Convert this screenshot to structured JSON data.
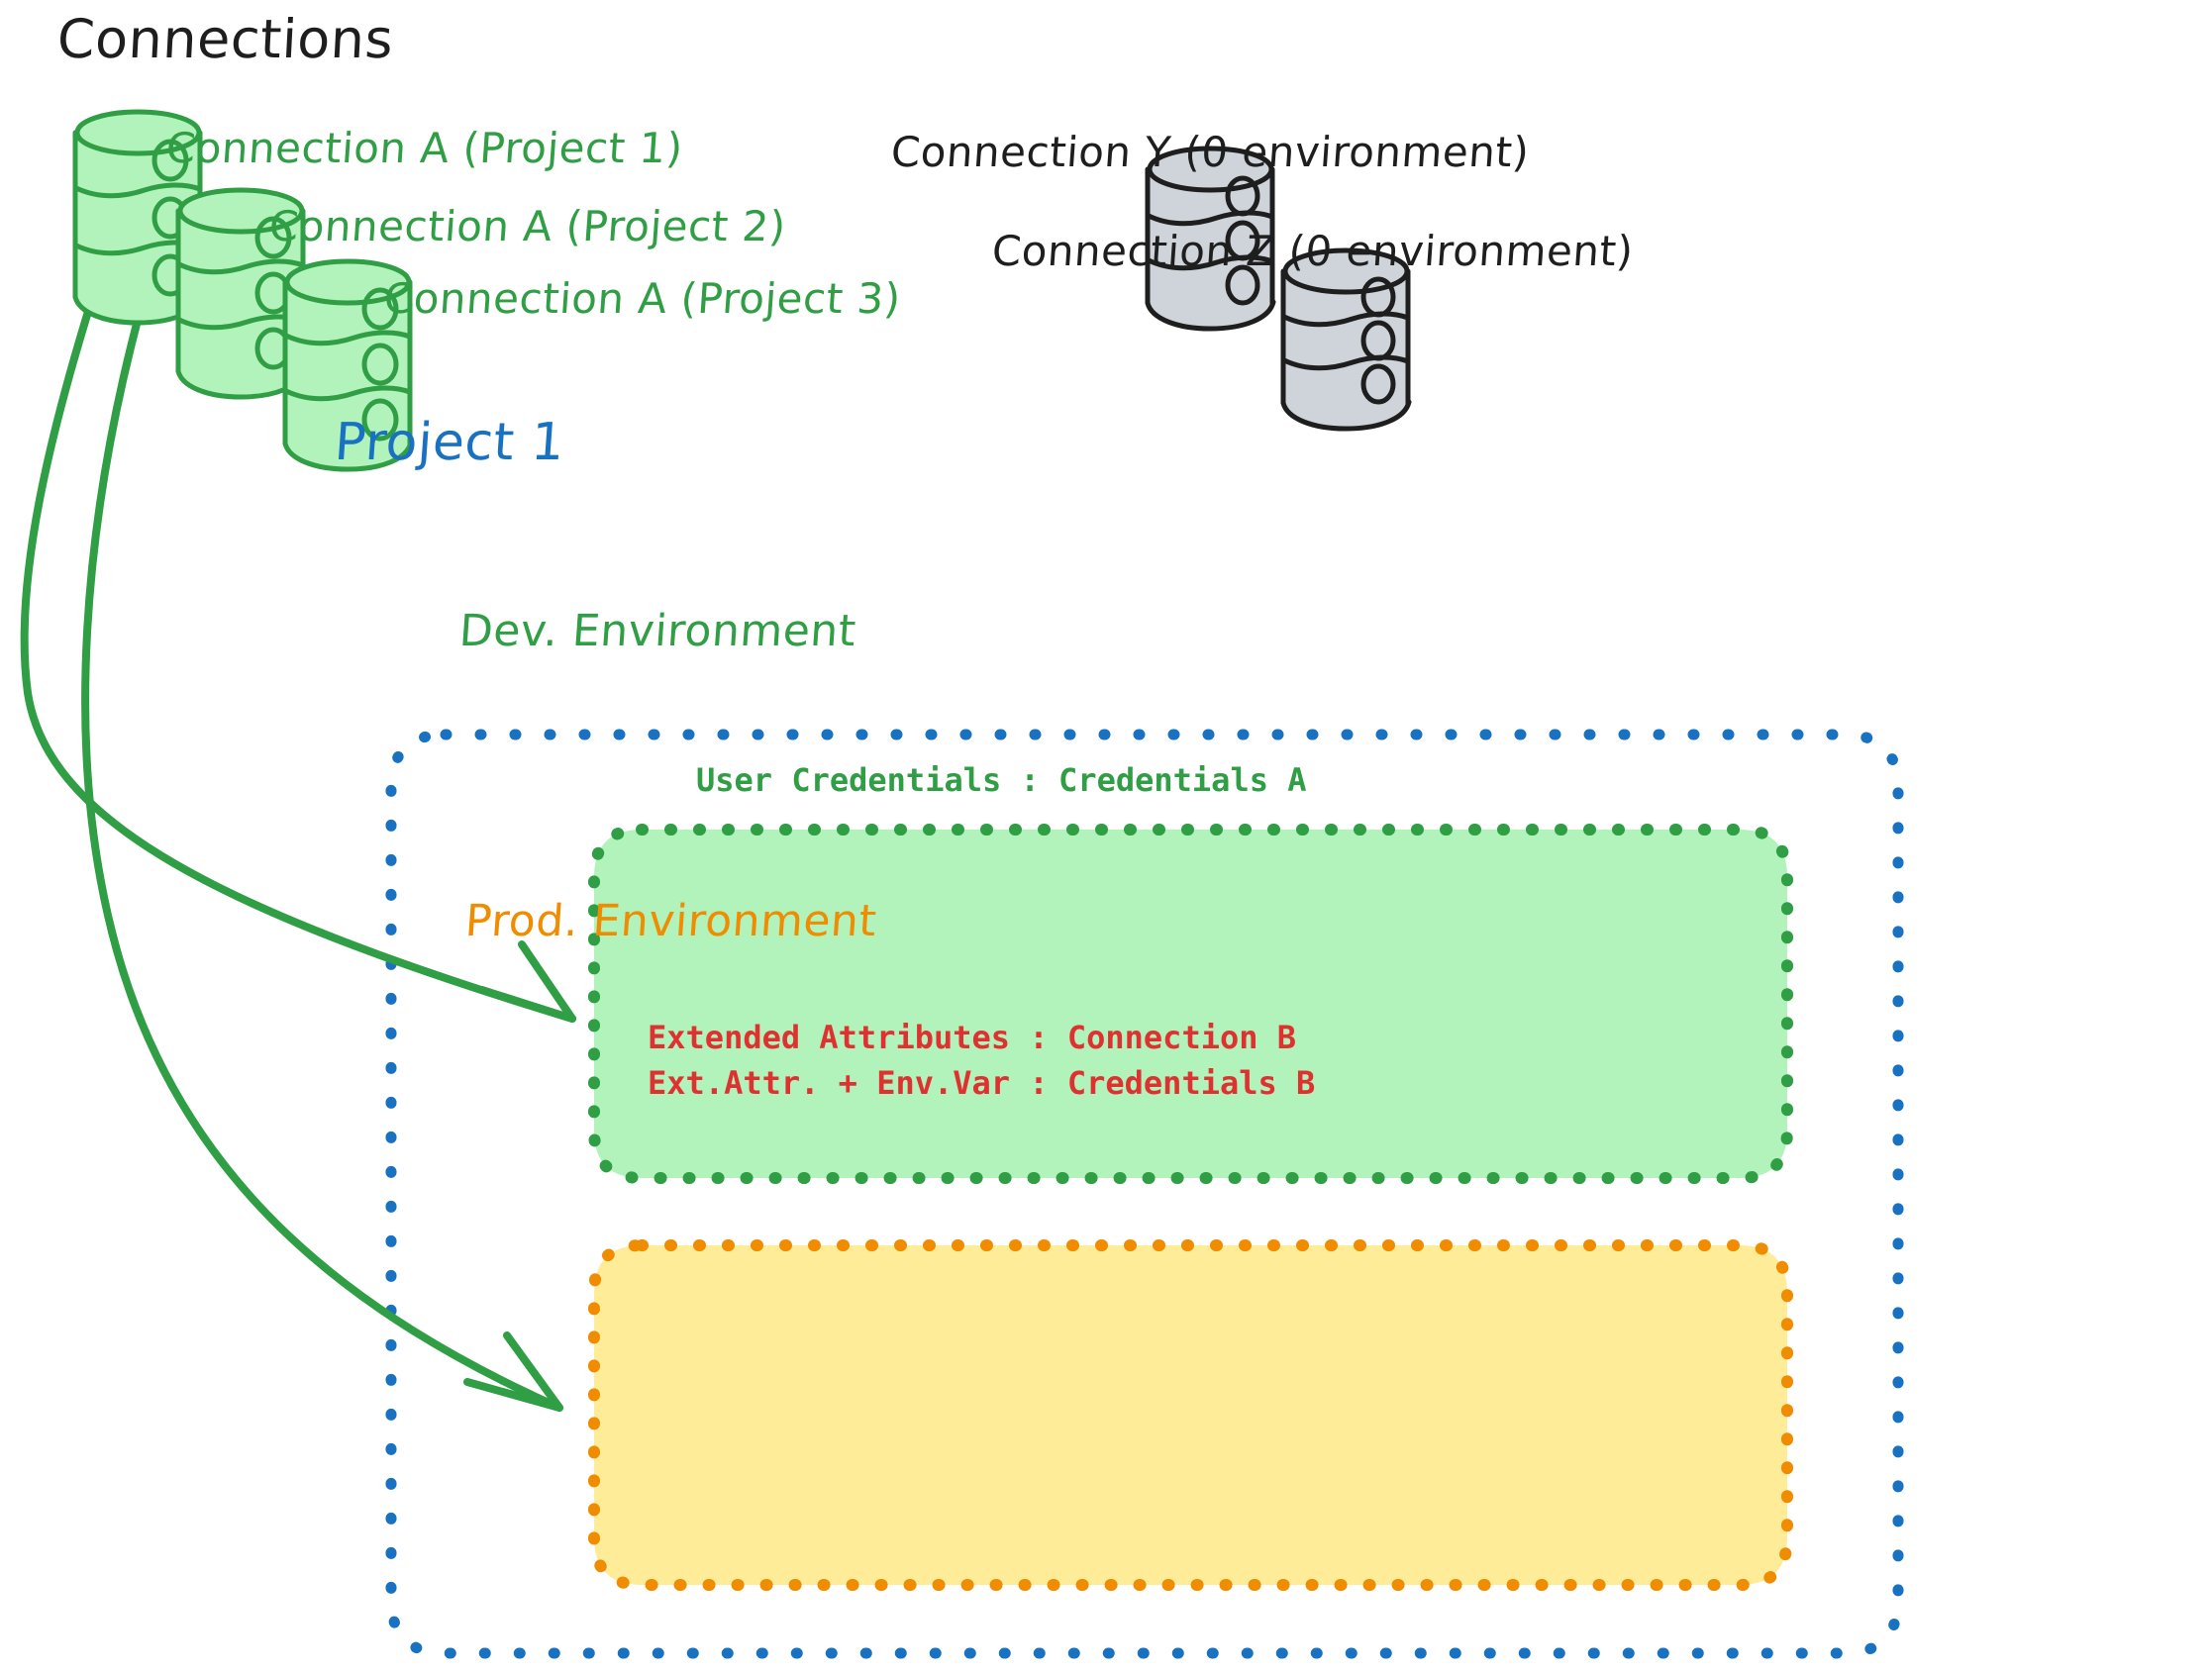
{
  "diagram": {
    "title": "Connections",
    "colors": {
      "green_stroke": "#2f9e44",
      "green_fill": "#b2f2bb",
      "gray_stroke": "#1e1e1e",
      "gray_fill": "#ced4da",
      "blue": "#1971c2",
      "orange_stroke": "#f08c00",
      "orange_fill": "#ffec99",
      "red": "#e03131",
      "black": "#1e1e1e"
    },
    "connections": {
      "green": [
        {
          "label": "Connection A (Project 1)",
          "icon": "database-icon"
        },
        {
          "label": "Connection A (Project 2)",
          "icon": "database-icon"
        },
        {
          "label": "Connection A (Project 3)",
          "icon": "database-icon"
        }
      ],
      "gray": [
        {
          "label": "Connection Y (0 environment)",
          "icon": "database-icon"
        },
        {
          "label": "Connection Z (0 environment)",
          "icon": "database-icon"
        }
      ]
    },
    "project": {
      "title": "Project 1",
      "environments": [
        {
          "name": "Dev. Environment",
          "color": "green",
          "lines": [
            "User Credentials : Credentials A"
          ]
        },
        {
          "name": "Prod. Environment",
          "color": "orange",
          "lines": [
            "Extended Attributes : Connection B",
            "Ext.Attr. + Env.Var : Credentials B"
          ]
        }
      ]
    },
    "arrows": [
      {
        "from": "Connection A (Project 1)",
        "to": "Dev. Environment"
      },
      {
        "from": "Connection A (Project 1)",
        "to": "Prod. Environment"
      }
    ]
  }
}
